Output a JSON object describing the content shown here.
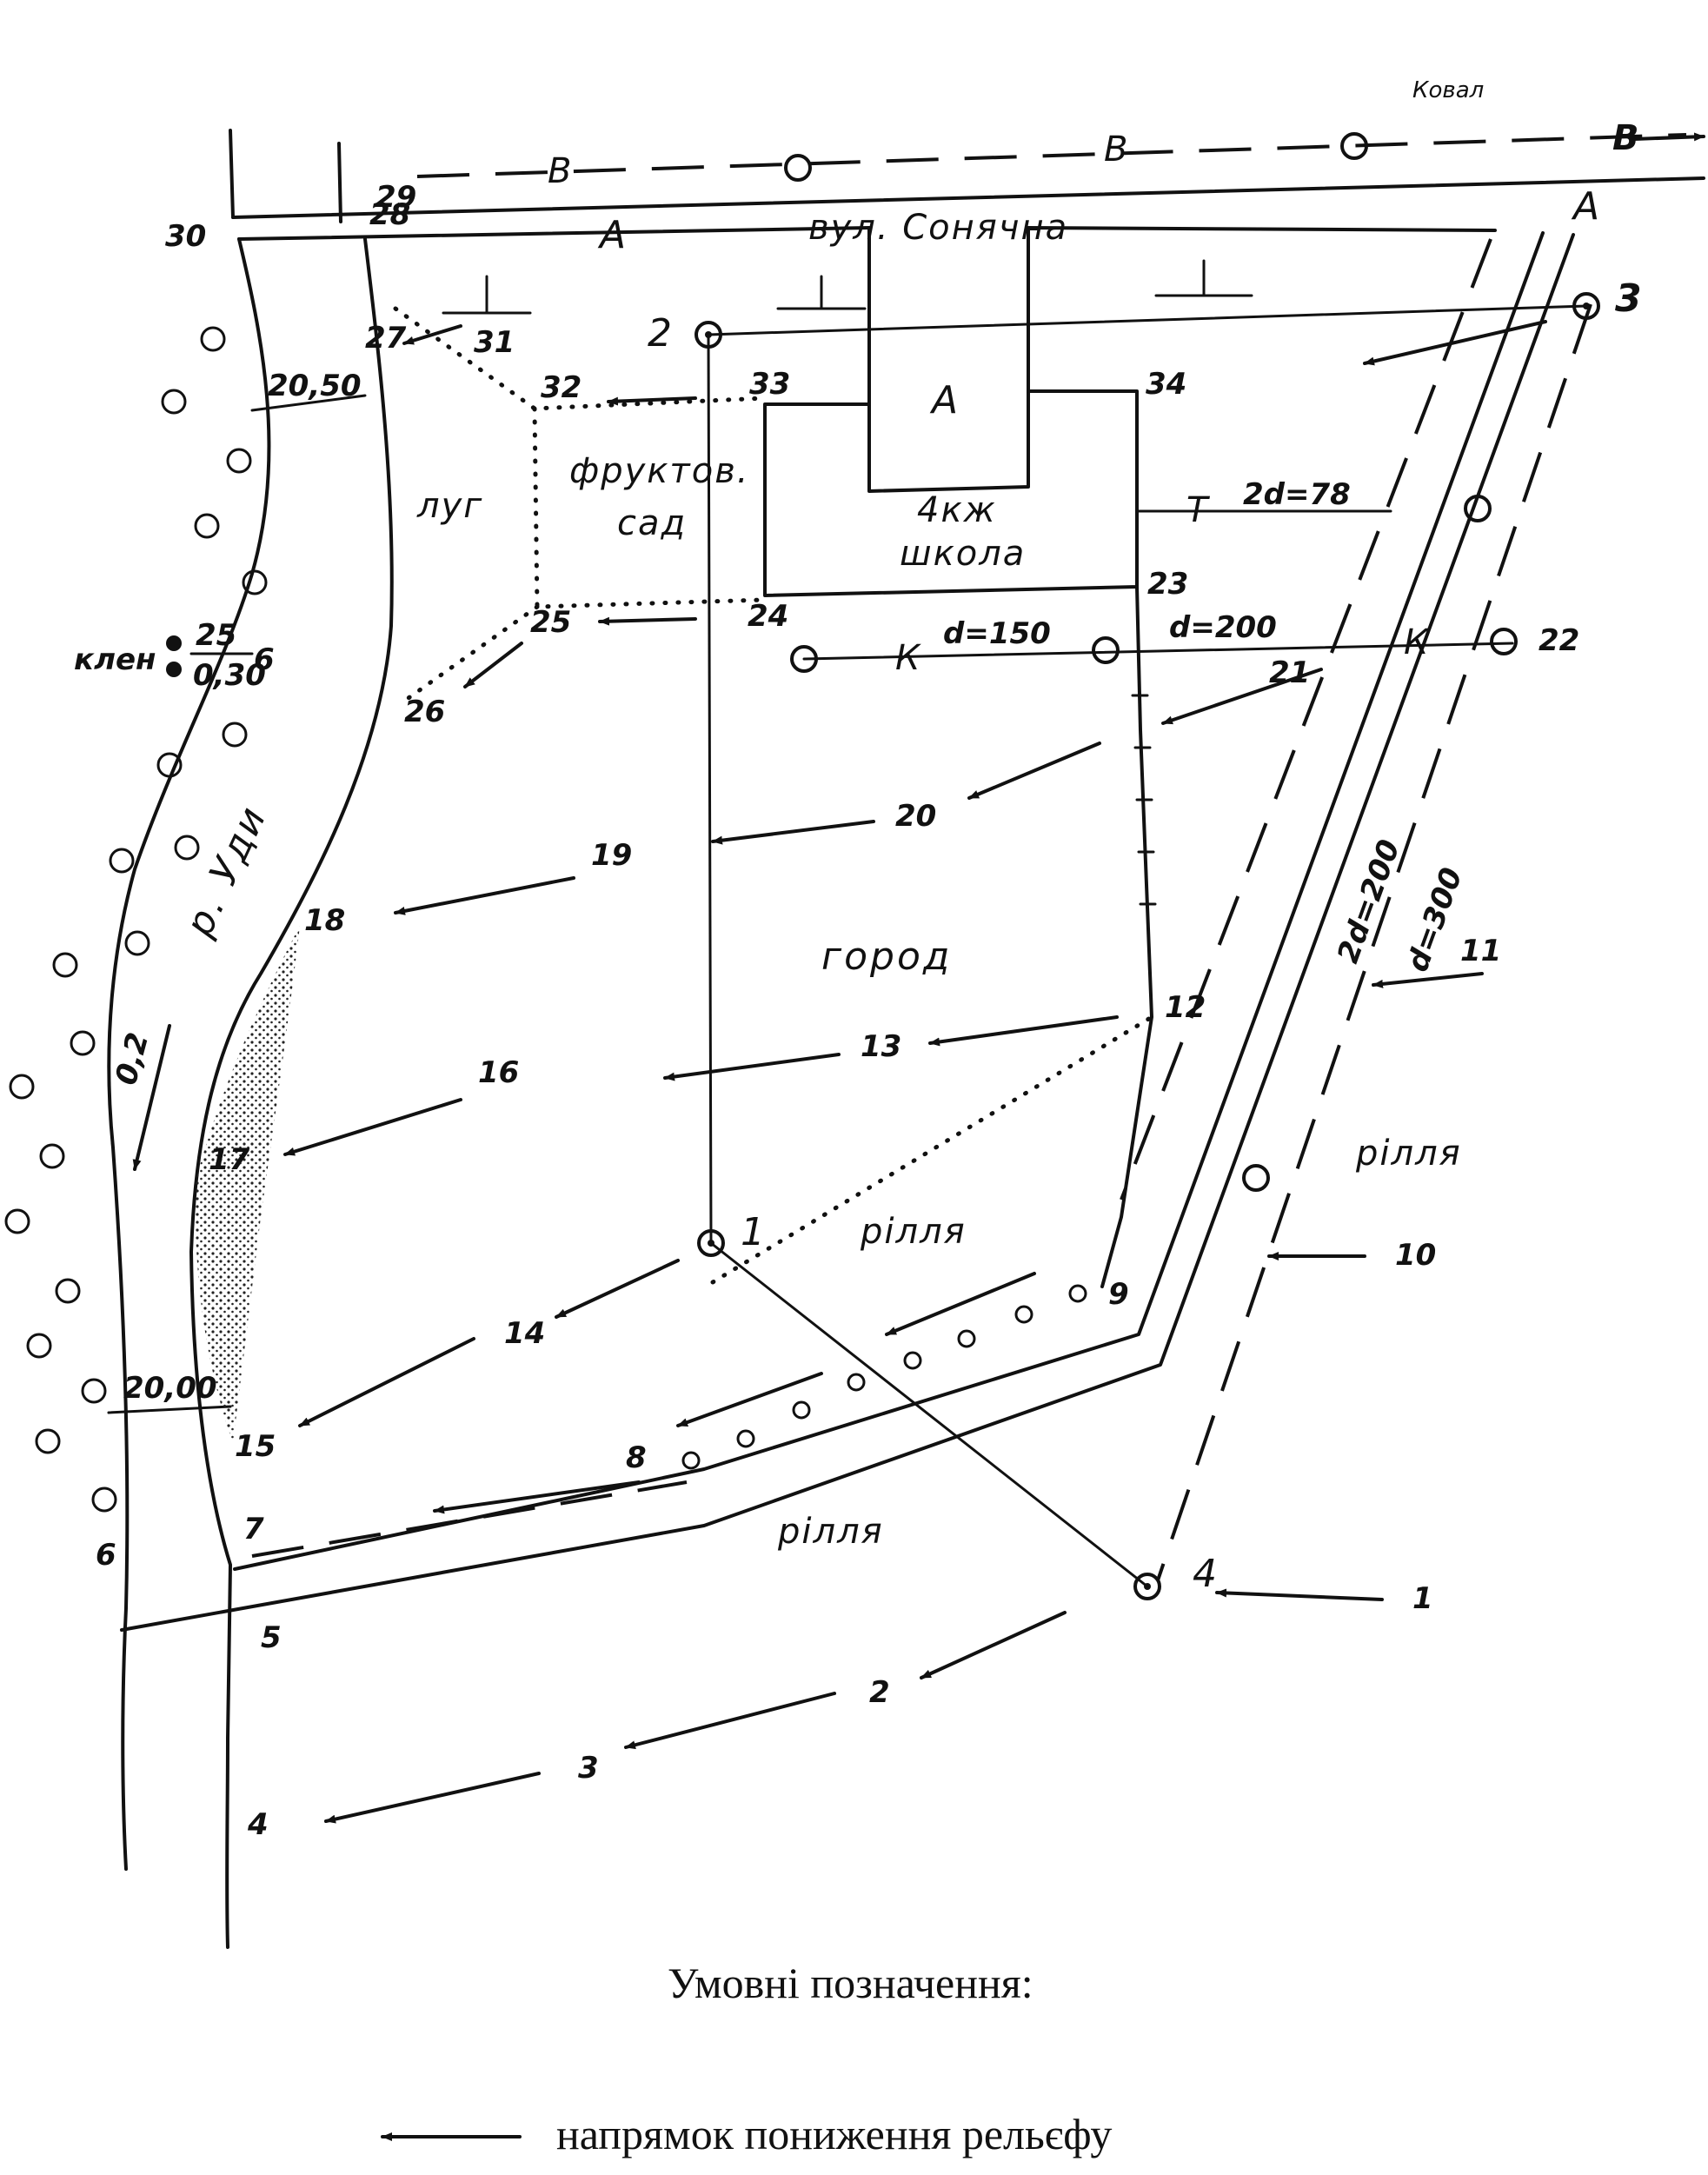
{
  "stamp": "Ковал",
  "street": {
    "name": "вул. Сонячна",
    "line_a": "А",
    "line_b": "В"
  },
  "river": {
    "name": "р. Уди",
    "flow": "0,2",
    "width_top": "20,50",
    "width_bottom": "20,00"
  },
  "tree": {
    "species": "клен",
    "numerator": "25",
    "denominator": "0,30",
    "spacing": "6"
  },
  "areas": {
    "meadow": "луг",
    "orchard_1": "фруктов.",
    "orchard_2": "сад",
    "garden": "город",
    "field_center": "рілля",
    "field_right": "рілля",
    "field_bottom": "рілля"
  },
  "building": {
    "courtyard": "А",
    "type": "4кж",
    "name": "школа"
  },
  "utilities": {
    "heat_main": "Т",
    "heat_dim": "2d=78",
    "sewer": "К",
    "sewer_dim_1": "d=150",
    "sewer_dim_2": "d=200",
    "heat_diag": "2d=200",
    "sewer_diag": "d=300"
  },
  "stations": {
    "s1": "1",
    "s2": "2",
    "s3": "3",
    "s4": "4"
  },
  "points": [
    "1",
    "2",
    "3",
    "4",
    "5",
    "6",
    "7",
    "8",
    "9",
    "10",
    "11",
    "12",
    "13",
    "14",
    "15",
    "16",
    "17",
    "18",
    "19",
    "20",
    "21",
    "22",
    "23",
    "24",
    "25",
    "26",
    "27",
    "28",
    "29",
    "30",
    "31",
    "32",
    "33",
    "34"
  ],
  "legend": {
    "title": "Умовні позначення:",
    "relief_direction": "напрямок пониження рельєфу"
  }
}
